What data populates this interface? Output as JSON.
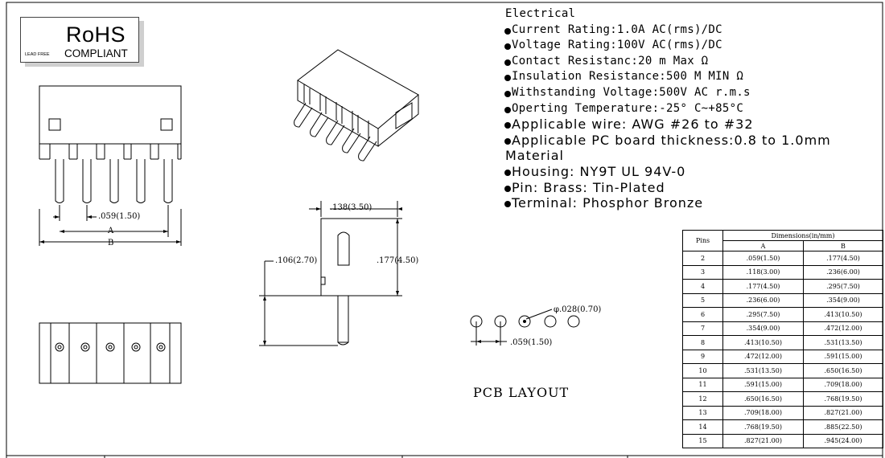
{
  "rohs": {
    "title": "RoHS",
    "subtitle": "COMPLIANT",
    "leadfree": "LEAD FREE"
  },
  "spec": {
    "electrical_header": "Electrical",
    "electrical": [
      "Current Rating:1.0A AC(rms)/DC",
      "Voltage Rating:100V AC(rms)/DC",
      "Contact Resistanc:20 m Max Ω",
      "Insulation Resistance:500 M  MIN Ω",
      "Withstanding Voltage:500V AC r.m.s",
      "Operting Temperature:-25° C~+85°C"
    ],
    "electrical_big": [
      "Applicable wire: AWG #26 to #32",
      "Applicable PC board thickness:0.8 to 1.0mm"
    ],
    "material_header": "Material",
    "material": [
      "Housing: NY9T UL 94V-0",
      "Pin: Brass: Tin-Plated",
      "Terminal: Phosphor Bronze"
    ]
  },
  "labels": {
    "pitch": ".059(1.50)",
    "dim_a": "A",
    "dim_b": "B",
    "width": ".138(3.50)",
    "height_left": ".106(2.70)",
    "height_right": ".177(4.50)",
    "hole": "φ.028(0.70)",
    "pcb_pitch": ".059(1.50)",
    "pcb_layout": "PCB LAYOUT"
  },
  "table": {
    "pins_header": "Pins",
    "dims_header": "Dimensions(in/mm)",
    "col_a": "A",
    "col_b": "B",
    "rows": [
      {
        "pins": "2",
        "a": ".059(1.50)",
        "b": ".177(4.50)"
      },
      {
        "pins": "3",
        "a": ".118(3.00)",
        "b": ".236(6.00)"
      },
      {
        "pins": "4",
        "a": ".177(4.50)",
        "b": ".295(7.50)"
      },
      {
        "pins": "5",
        "a": ".236(6.00)",
        "b": ".354(9.00)"
      },
      {
        "pins": "6",
        "a": ".295(7.50)",
        "b": ".413(10.50)"
      },
      {
        "pins": "7",
        "a": ".354(9.00)",
        "b": ".472(12.00)"
      },
      {
        "pins": "8",
        "a": ".413(10.50)",
        "b": ".531(13.50)"
      },
      {
        "pins": "9",
        "a": ".472(12.00)",
        "b": ".591(15.00)"
      },
      {
        "pins": "10",
        "a": ".531(13.50)",
        "b": ".650(16.50)"
      },
      {
        "pins": "11",
        "a": ".591(15.00)",
        "b": ".709(18.00)"
      },
      {
        "pins": "12",
        "a": ".650(16.50)",
        "b": ".768(19.50)"
      },
      {
        "pins": "13",
        "a": ".709(18.00)",
        "b": ".827(21.00)"
      },
      {
        "pins": "14",
        "a": ".768(19.50)",
        "b": ".885(22.50)"
      },
      {
        "pins": "15",
        "a": ".827(21.00)",
        "b": ".945(24.00)"
      }
    ]
  }
}
